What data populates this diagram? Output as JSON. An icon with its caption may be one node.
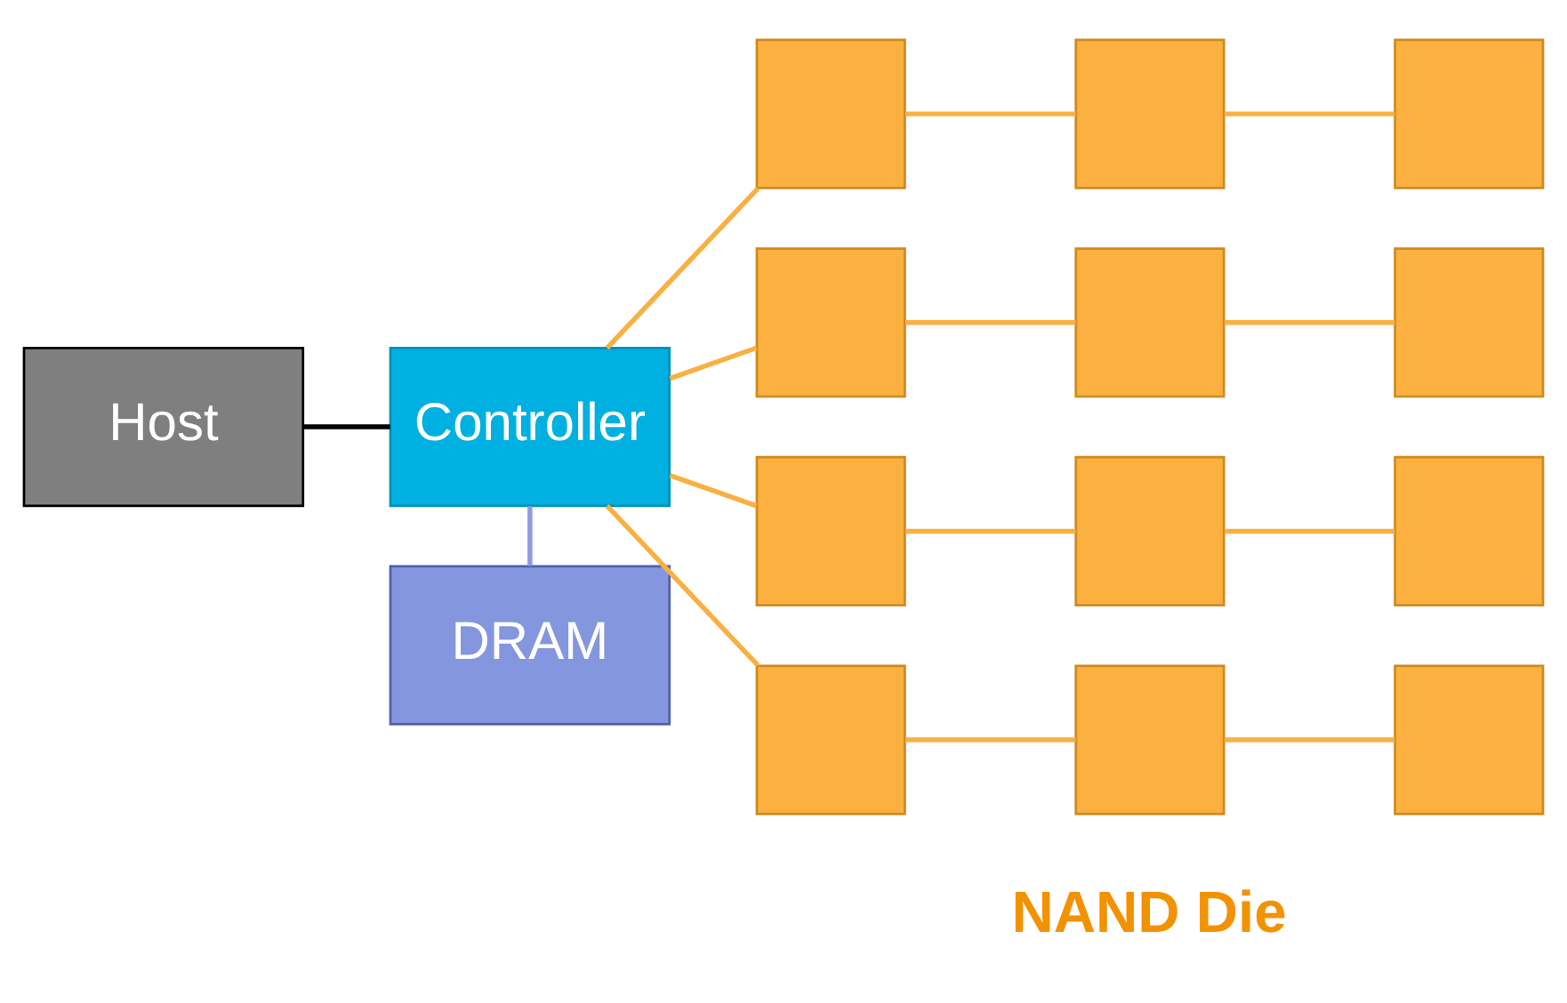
{
  "diagram": {
    "nodes": [
      {
        "text": [
          "Host"
        ]
      },
      {
        "text": [
          "DRAM"
        ]
      },
      {
        "text": [
          "Controller"
        ]
      },
      {
        "text": [],
        "shape": "box"
      },
      {
        "text": [],
        "shape": "box"
      },
      {
        "text": [],
        "shape": "box"
      },
      {
        "text": [],
        "shape": "box"
      },
      {
        "text": [],
        "shape": "box"
      },
      {
        "text": [],
        "shape": "box"
      },
      {
        "text": [],
        "shape": "box"
      },
      {
        "text": [],
        "shape": "box"
      },
      {
        "text": [],
        "shape": "box"
      },
      {
        "text": [],
        "shape": "box"
      },
      {
        "text": [],
        "shape": "box"
      },
      {
        "text": [],
        "shape": "box"
      }
    ],
    "edges": [
      {
        "from": 0,
        "to": 2,
        "arrow": "none",
        "color": "#000000"
      },
      {
        "from": 1,
        "to": 2,
        "arrow": "none",
        "color": "#8e99e0"
      },
      {
        "from": 2,
        "to": 3,
        "arrow": "none"
      },
      {
        "from": 2,
        "to": 6,
        "arrow": "none"
      },
      {
        "from": 2,
        "to": 9,
        "arrow": "none"
      },
      {
        "from": 2,
        "to": 12,
        "arrow": "none"
      },
      {
        "from": 3,
        "to": 4,
        "arrow": "none"
      },
      {
        "from": 4,
        "to": 5,
        "arrow": "none"
      },
      {
        "from": 6,
        "to": 7,
        "arrow": "none"
      },
      {
        "from": 7,
        "to": 8,
        "arrow": "none"
      },
      {
        "from": 9,
        "to": 10,
        "arrow": "none"
      },
      {
        "from": 10,
        "to": 11,
        "arrow": "none"
      },
      {
        "from": 12,
        "to": 13,
        "arrow": "none"
      },
      {
        "from": 13,
        "to": 14,
        "arrow": "none"
      }
    ],
    "labels": [
      "NAND Die"
    ]
  }
}
